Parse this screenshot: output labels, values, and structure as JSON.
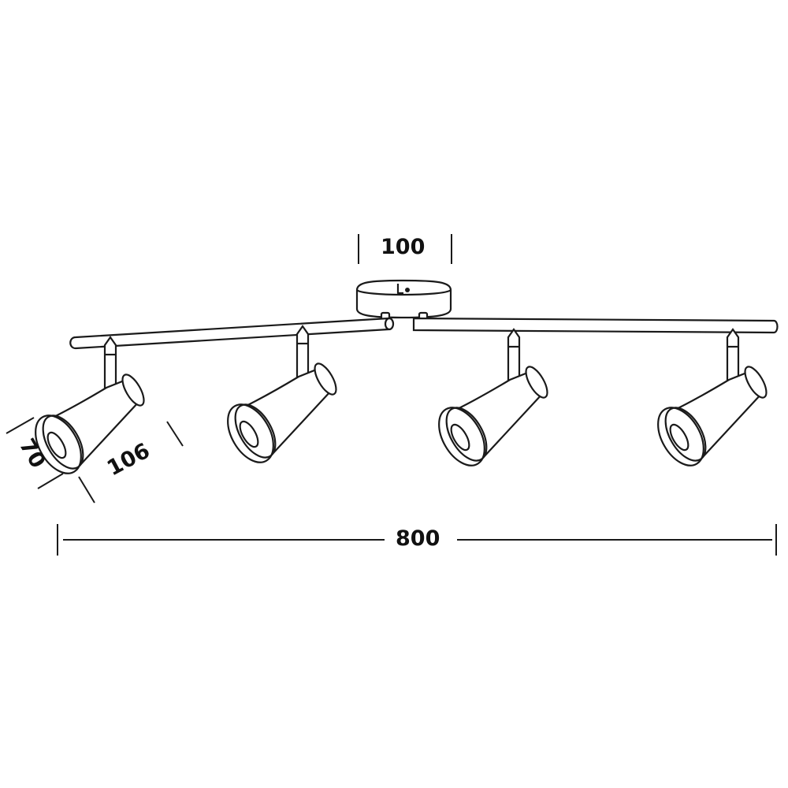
{
  "dimensions": {
    "canopy_width": "100",
    "total_length": "800",
    "head_diameter": "70",
    "head_length": "106"
  },
  "line_color": "#1a1a1a"
}
